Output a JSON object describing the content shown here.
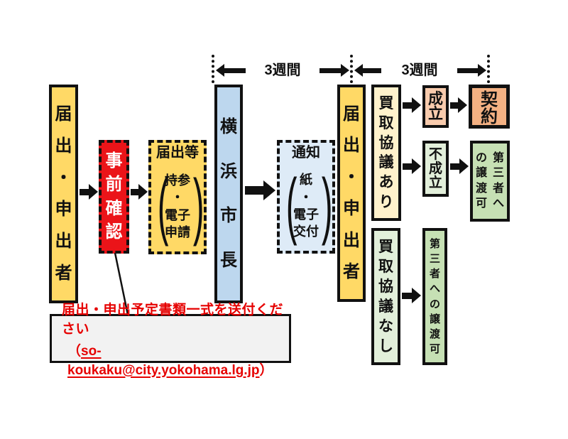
{
  "palette": {
    "ink": "#111111",
    "yellow": "#FFD966",
    "red": "#EB1419",
    "blue": "#BDD7EE",
    "lightblue": "#DEEBF7",
    "cream": "#FFF2CC",
    "salmon_light": "#F8CBAD",
    "salmon": "#F4B183",
    "green_light": "#E2EFDA",
    "green": "#C6E0B4",
    "callout_bg": "#F2F2F2",
    "callout_red": "#E60000"
  },
  "timeline": {
    "label1": "3週間",
    "label2": "3週間"
  },
  "boxes": {
    "applicant1": {
      "text": "届出・申出者"
    },
    "precheck": {
      "text": "事前確認"
    },
    "submission": {
      "title": "届出等",
      "lines": [
        "持参",
        "・",
        "電子",
        "申請"
      ]
    },
    "mayor": {
      "text": "横浜市長"
    },
    "notice": {
      "title": "通知",
      "lines": [
        "紙",
        "・",
        "電子",
        "交付"
      ]
    },
    "applicant2": {
      "text": "届出・申出者"
    },
    "negotiation_yes": {
      "text": "買取協議あり"
    },
    "agreed": {
      "text": "成立"
    },
    "contract": {
      "text": "契約"
    },
    "not_agreed": {
      "text": "不成立"
    },
    "transfer_ok_upper": {
      "columns": [
        "第三者へ",
        "の譲渡可"
      ]
    },
    "negotiation_no": {
      "text": "買取協議なし"
    },
    "transfer_ok_lower": {
      "text": "第三者への譲渡可"
    }
  },
  "callout": {
    "line1": "届出・申出予定書類一式を送付ください",
    "open": "（",
    "email": "so-koukaku@city.yokohama.lg.jp",
    "close": "）"
  }
}
